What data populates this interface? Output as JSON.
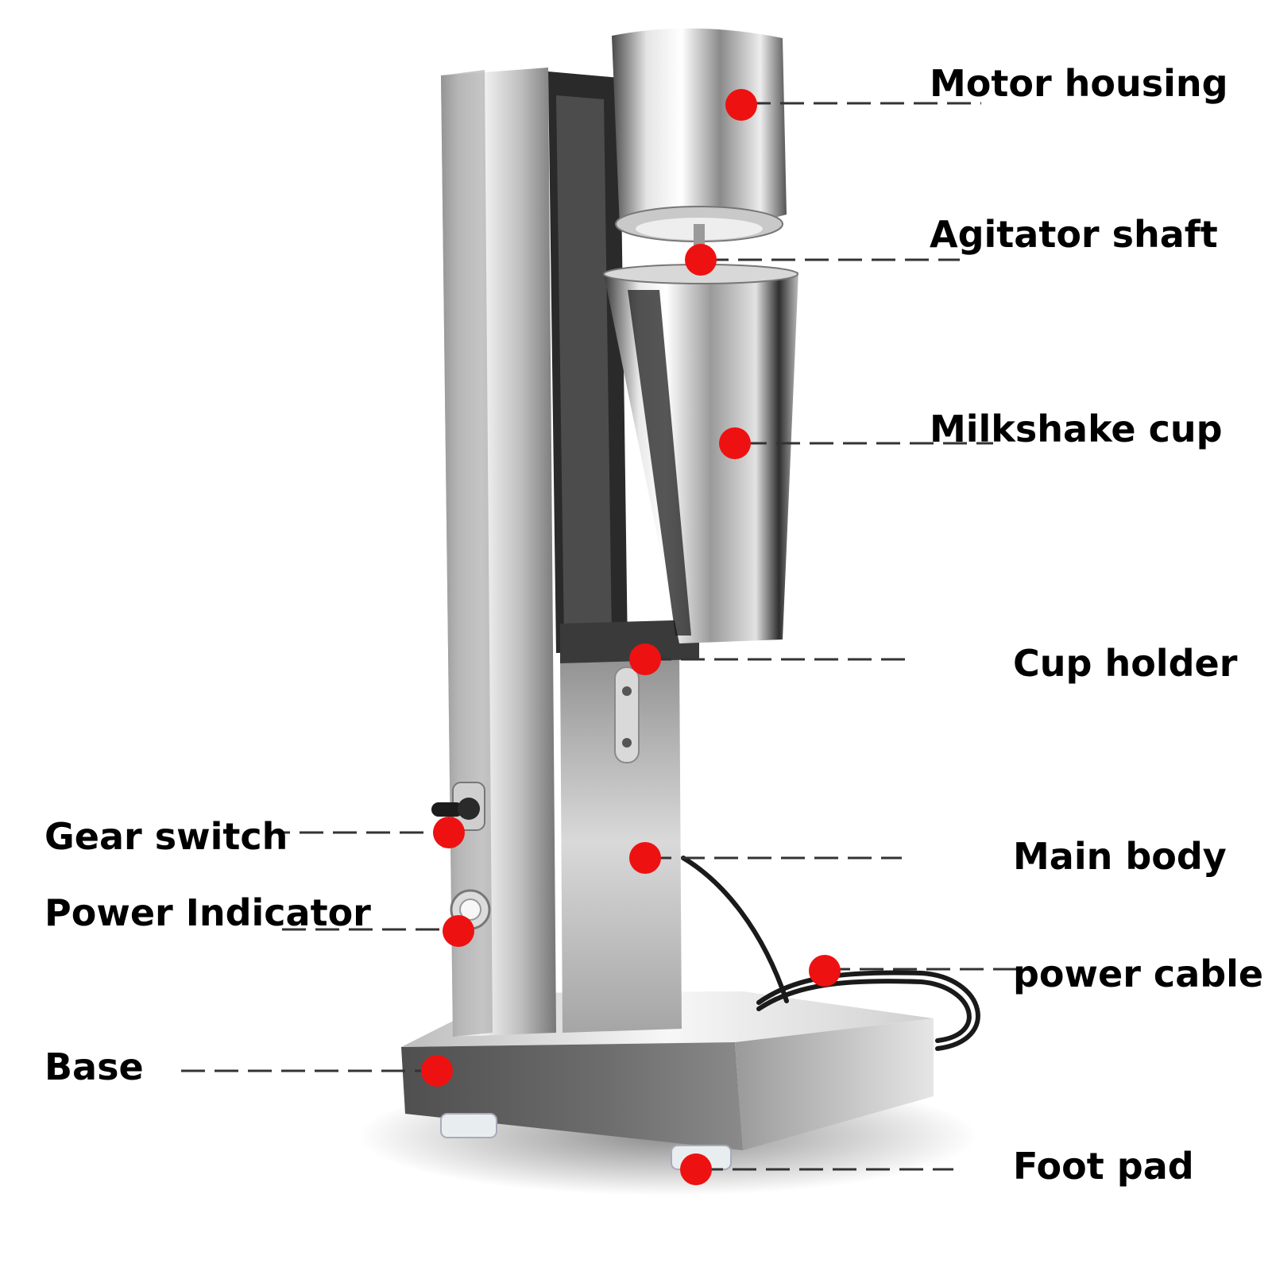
{
  "labels": {
    "motor_housing": "Motor housing",
    "agitator_shaft": "Agitator shaft",
    "milkshake_cup": "Milkshake cup",
    "cup_holder": "Cup holder",
    "main_body": "Main body",
    "power_cable": "power cable",
    "foot_pad": "Foot pad",
    "gear_switch": "Gear switch",
    "power_indicator": "Power Indicator",
    "base": "Base"
  },
  "colors": {
    "marker": "#ee1111",
    "leader": "#333333",
    "label_text": "#000000",
    "steel_light": "#f4f4f4",
    "steel_mid": "#b8b8b8",
    "steel_dark": "#5a5a5a",
    "cable": "#1a1a1a"
  }
}
